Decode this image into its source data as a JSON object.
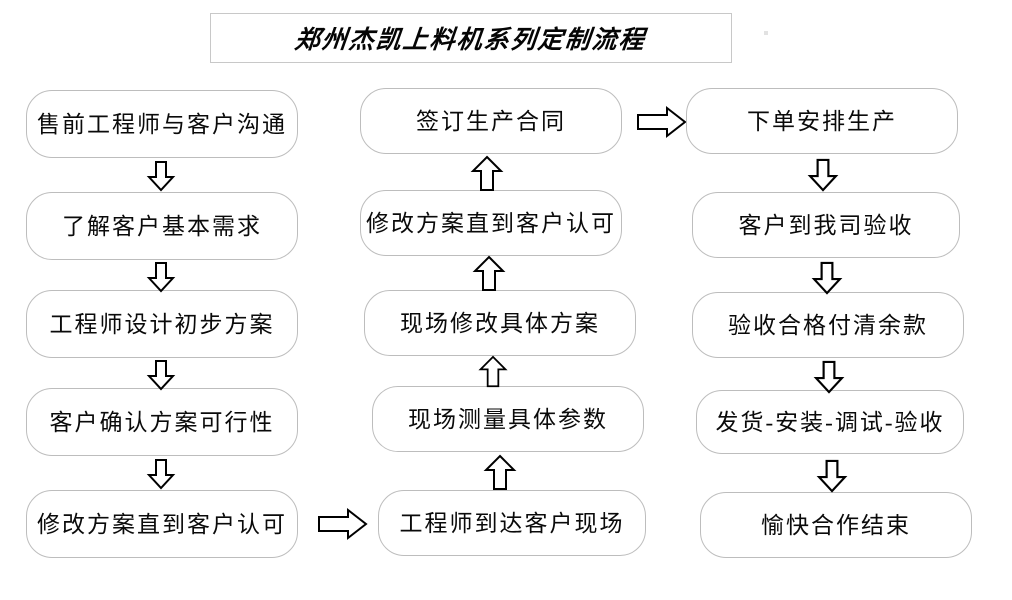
{
  "title": {
    "text": "郑州杰凯上料机系列定制流程"
  },
  "colors": {
    "background": "#ffffff",
    "box_border": "#bdbdbd",
    "title_border": "#c8c8c8",
    "text": "#0a0a0a",
    "arrow_stroke": "#000000",
    "arrow_fill": "#ffffff"
  },
  "columns": [
    {
      "name": "pre-sales-design",
      "nodes": [
        {
          "label": "售前工程师与客户沟通"
        },
        {
          "label": "了解客户基本需求"
        },
        {
          "label": "工程师设计初步方案"
        },
        {
          "label": "客户确认方案可行性"
        },
        {
          "label": "修改方案直到客户认可"
        }
      ]
    },
    {
      "name": "on-site-survey",
      "nodes": [
        {
          "label": "签订生产合同"
        },
        {
          "label": "修改方案直到客户认可"
        },
        {
          "label": "现场修改具体方案"
        },
        {
          "label": "现场测量具体参数"
        },
        {
          "label": "工程师到达客户现场"
        }
      ]
    },
    {
      "name": "production-delivery",
      "nodes": [
        {
          "label": "下单安排生产"
        },
        {
          "label": "客户到我司验收"
        },
        {
          "label": "验收合格付清余款"
        },
        {
          "label": "发货-安装-调试-验收"
        },
        {
          "label": "愉快合作结束"
        }
      ]
    }
  ],
  "arrows": {
    "down_icon": "arrow-down-icon",
    "up_icon": "arrow-up-icon",
    "right_icon": "arrow-right-icon",
    "column1_flow": "down",
    "column2_flow": "up",
    "column3_flow": "down",
    "connector_col1_to_col2": "修改方案直到客户认可 → 工程师到达客户现场",
    "connector_col2_to_col3": "签订生产合同 → 下单安排生产"
  }
}
